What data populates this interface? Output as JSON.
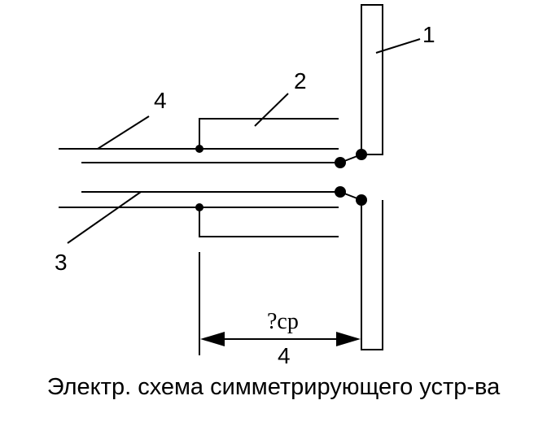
{
  "labels": {
    "part_1": "1",
    "part_2": "2",
    "part_3": "3",
    "part_4_top": "4",
    "dim_top": "?ср",
    "dim_bottom": "4"
  },
  "caption": "Электр. схема симметрирующего устр-ва",
  "colors": {
    "ink": "#000000",
    "background": "#ffffff"
  }
}
